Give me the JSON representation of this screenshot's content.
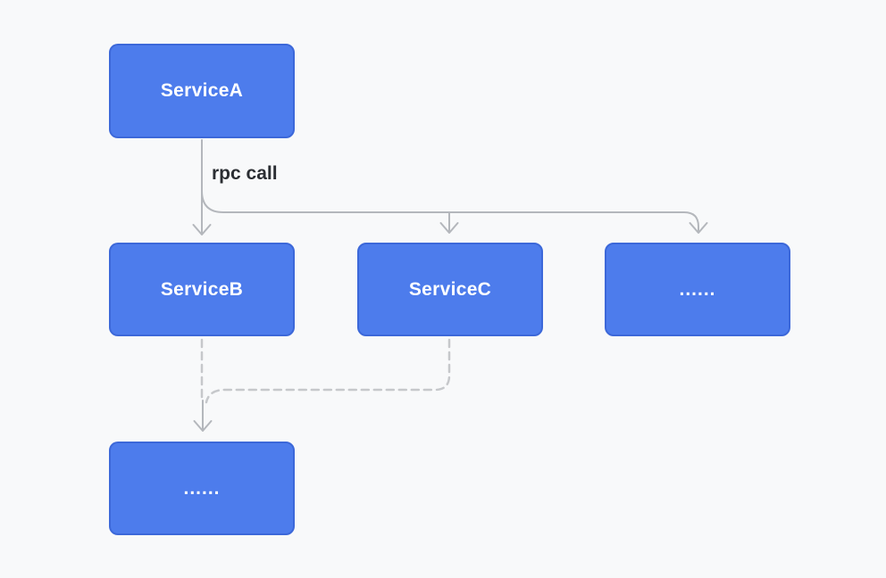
{
  "diagram": {
    "edge_label": "rpc call",
    "nodes": [
      {
        "id": "service-a",
        "label": "ServiceA"
      },
      {
        "id": "service-b",
        "label": "ServiceB"
      },
      {
        "id": "service-c",
        "label": "ServiceC"
      },
      {
        "id": "more-services",
        "label": "......"
      },
      {
        "id": "more-downstream",
        "label": "......"
      }
    ],
    "edges": [
      {
        "from": "service-a",
        "to": "service-b",
        "style": "solid",
        "label": "rpc call"
      },
      {
        "from": "service-a",
        "to": "service-c",
        "style": "solid",
        "label": ""
      },
      {
        "from": "service-a",
        "to": "more-services",
        "style": "solid",
        "label": ""
      },
      {
        "from": "service-b",
        "to": "more-downstream",
        "style": "dashed",
        "label": ""
      },
      {
        "from": "service-c",
        "to": "more-downstream",
        "style": "dashed",
        "label": ""
      }
    ],
    "colors": {
      "background": "#f8f9fa",
      "node_fill": "#4d7cec",
      "node_border": "#3c68d9",
      "node_text": "#ffffff",
      "connector": "#b4b7bc",
      "dashed_connector": "#c6c8cb",
      "edge_label_text": "#2b2e33"
    }
  }
}
